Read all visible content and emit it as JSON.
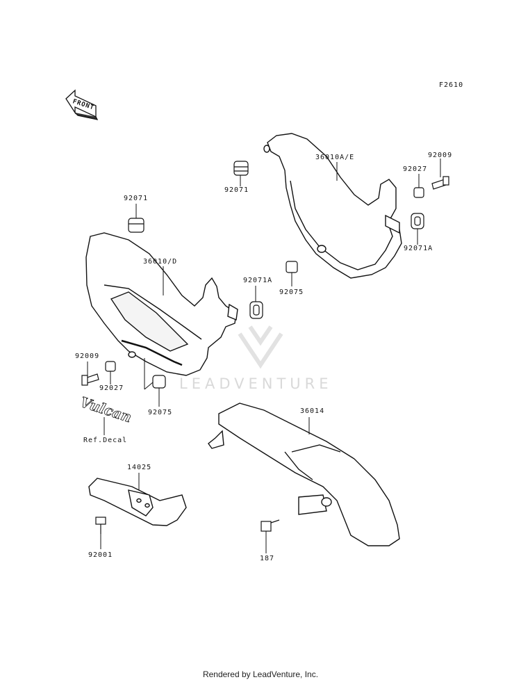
{
  "diagram_code": "F2610",
  "front_arrow_label": "FRONT",
  "watermark": "LEADVENTURE",
  "footer": "Rendered by LeadVenture, Inc.",
  "decal_text": "Vulcan",
  "parts": {
    "p92071_top_right": "92071",
    "p36010_ae": "36010A/E",
    "p92009_top": "92009",
    "p92027_top": "92027",
    "p92071a_right": "92071A",
    "p92071_top_left": "92071",
    "p36010_d": "36010/D",
    "p92071a_mid": "92071A",
    "p92075_mid": "92075",
    "p92009_left": "92009",
    "p92027_left": "92027",
    "p92075_low": "92075",
    "ref_decal": "Ref.Decal",
    "p36014": "36014",
    "p14025": "14025",
    "p92001": "92001",
    "p187": "187"
  }
}
